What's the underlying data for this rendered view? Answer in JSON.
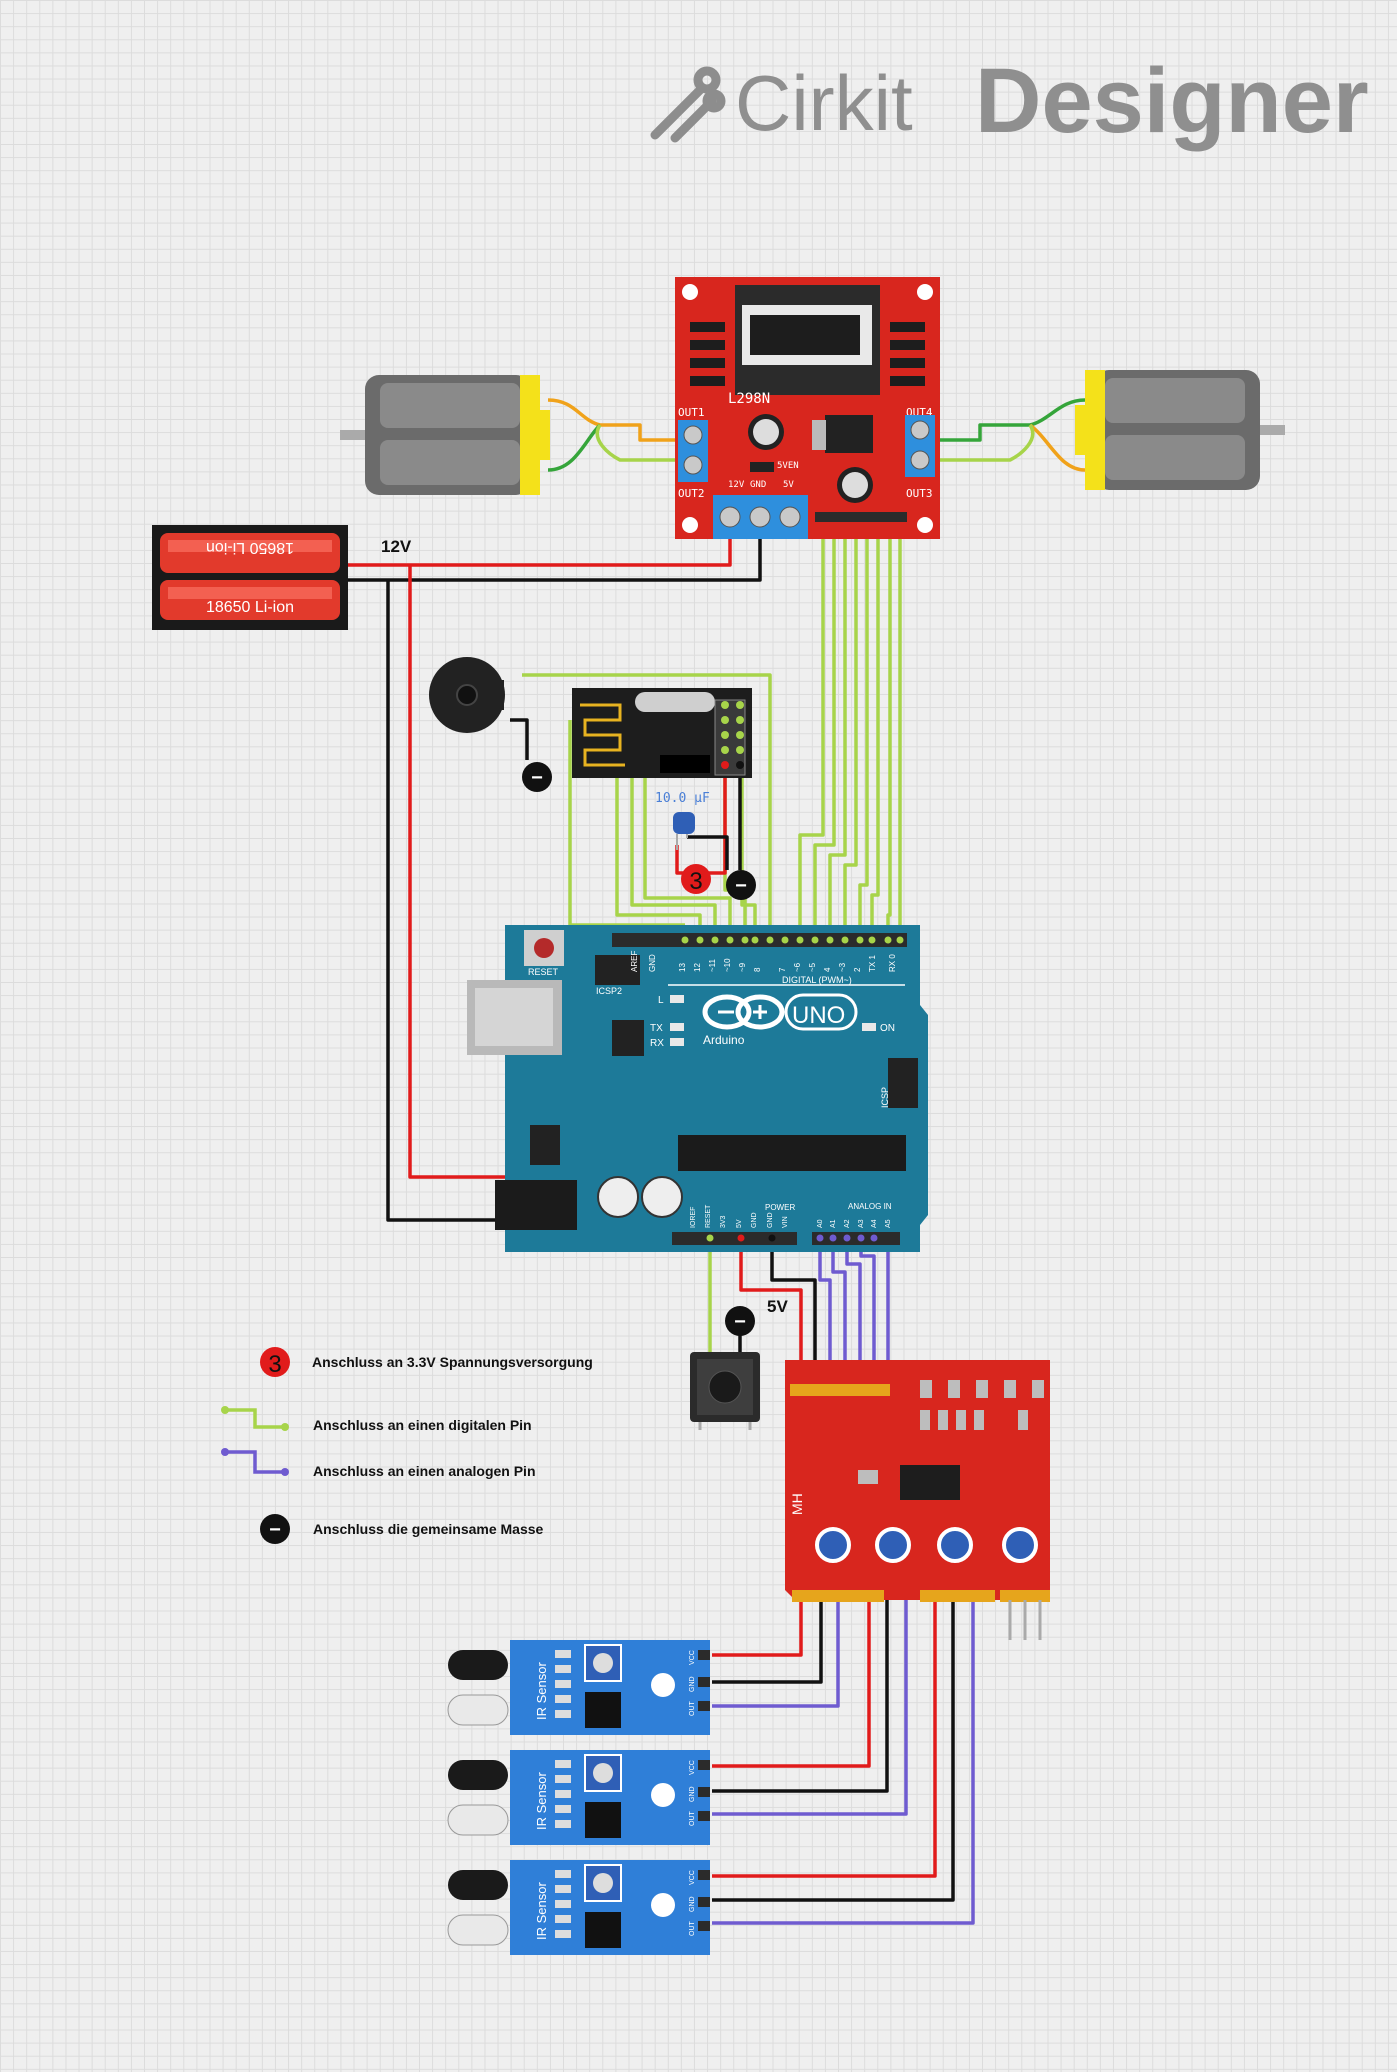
{
  "brand": {
    "name_light": "Cirkit",
    "name_bold": "Designer"
  },
  "colors": {
    "digital": "#a7d44a",
    "analog": "#6f5bd0",
    "power": "#e11b1b",
    "ground": "#111111",
    "orange": "#f0a21a",
    "green": "#35a53a"
  },
  "labels": {
    "voltage_12v": "12V",
    "voltage_5v": "5V",
    "battery_cell_1": "18650 Li-ion",
    "battery_cell_2": "18650 Li-ion",
    "capacitor_value": "10.0 µF",
    "driver_chip": "L298N",
    "driver_out1": "OUT1",
    "driver_out2": "OUT2",
    "driver_out3": "OUT3",
    "driver_out4": "OUT4",
    "driver_12v": "12V",
    "driver_gnd": "GND",
    "driver_5v": "5V",
    "driver_5ven": "5VEN",
    "arduino_brand": "Arduino",
    "arduino_model": "UNO",
    "arduino_reset": "RESET",
    "arduino_icsp2": "ICSP2",
    "arduino_icsp": "ICSP",
    "arduino_digital": "DIGITAL (PWM~)",
    "arduino_analog": "ANALOG IN",
    "arduino_power": "POWER",
    "arduino_on": "ON",
    "arduino_l": "L",
    "arduino_tx": "TX",
    "arduino_rx": "RX",
    "ir_sensor": "IR Sensor",
    "mux_label": "MH"
  },
  "arduino_digital_pins": [
    "AREF",
    "GND",
    "13",
    "12",
    "~11",
    "~10",
    "~9",
    "8",
    "7",
    "~6",
    "~5",
    "4",
    "~3",
    "2",
    "TX 1",
    "RX 0"
  ],
  "arduino_power_pins": [
    "IOREF",
    "RESET",
    "3V3",
    "5V",
    "GND",
    "GND",
    "VIN"
  ],
  "arduino_analog_pins": [
    "A0",
    "A1",
    "A2",
    "A3",
    "A4",
    "A5"
  ],
  "ir_pins": [
    "VCC",
    "GND",
    "OUT"
  ],
  "legend": [
    {
      "symbol": "3.3v-marker",
      "text": "Anschluss an 3.3V Spannungsversorgung"
    },
    {
      "symbol": "digital-wire",
      "text": "Anschluss an einen digitalen Pin"
    },
    {
      "symbol": "analog-wire",
      "text": "Anschluss an einen analogen Pin"
    },
    {
      "symbol": "ground-marker",
      "text": "Anschluss die gemeinsame Masse"
    }
  ],
  "markers": {
    "three_v3": "3",
    "ground": "−"
  }
}
